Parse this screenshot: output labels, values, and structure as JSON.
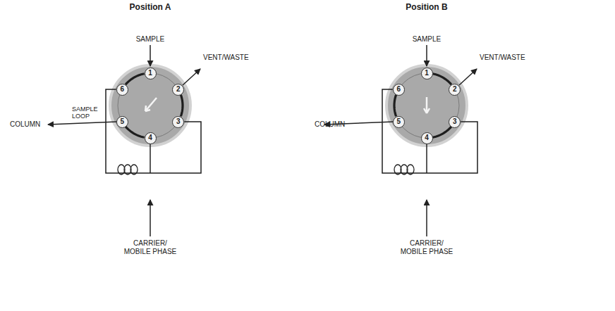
{
  "diagram": {
    "nodes": [
      {
        "text": [
          "1"
        ]
      },
      {
        "text": [
          "2"
        ]
      },
      {
        "text": [
          "3"
        ]
      },
      {
        "text": [
          "4"
        ]
      },
      {
        "text": [
          "5"
        ]
      },
      {
        "text": [
          "6"
        ]
      },
      {
        "text": [
          "1"
        ]
      },
      {
        "text": [
          "2"
        ]
      },
      {
        "text": [
          "3"
        ]
      },
      {
        "text": [
          "4"
        ]
      },
      {
        "text": [
          "5"
        ]
      },
      {
        "text": [
          "6"
        ]
      }
    ],
    "edges": [
      {
        "from": 5,
        "to": 0,
        "arrow": "none"
      },
      {
        "from": 1,
        "to": 2,
        "arrow": "none"
      },
      {
        "from": 3,
        "to": 4,
        "arrow": "none"
      },
      {
        "from": 5,
        "to": 2,
        "arrow": "none"
      },
      {
        "from": 6,
        "to": 7,
        "arrow": "none"
      },
      {
        "from": 8,
        "to": 9,
        "arrow": "none"
      },
      {
        "from": 10,
        "to": 11,
        "arrow": "none"
      },
      {
        "from": 11,
        "to": 8,
        "arrow": "none"
      }
    ],
    "labels": [
      "Position A",
      "SAMPLE",
      "VENT/WASTE",
      "SAMPLE LOOP",
      "COLUMN",
      "CARRIER/ MOBILE PHASE",
      "Position B",
      "SAMPLE",
      "VENT/WASTE",
      "COLUMN",
      "CARRIER/ MOBILE PHASE"
    ]
  }
}
